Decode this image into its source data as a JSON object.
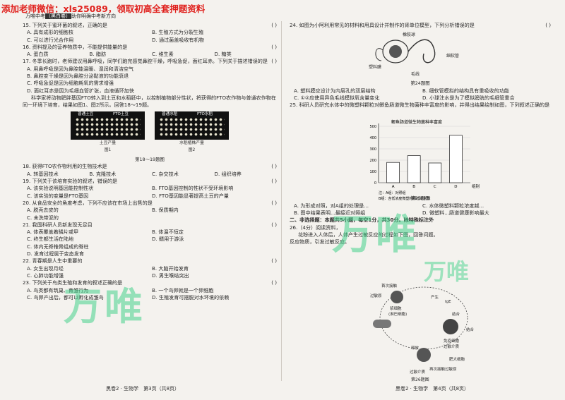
{
  "banner": "添加老师微信：xls25089，领取初高全套押题资料",
  "header": {
    "prefix": "万唯中考",
    "highlight": "（黑白卷）",
    "suffix": "助你明确中考新方向"
  },
  "left": [
    {
      "n": "15. 下列关于蜜环菌的叙述，正确的是",
      "p": "(    )",
      "opts": [
        "A. 具有成形的细胞核",
        "B. 生殖方式为分裂生殖",
        "C. 可以进行光合作用",
        "D. 通过菌盖吸收有机物"
      ],
      "layout": "2"
    },
    {
      "n": "16. 资料提及的营养物质中，不能提供能量的是",
      "p": "(    )",
      "opts": [
        "A. 蛋白质",
        "B. 脂肪",
        "C. 维生素",
        "D. 糖类"
      ],
      "layout": "4"
    },
    {
      "n": "17. 冬季长跑时，老师建议用鼻呼吸，同学们跑完感觉鼻腔干燥，呼吸急促，面红耳赤。下列关于描述错误的是",
      "p": "(    )",
      "opts": [
        "A. 用鼻呼吸是因为鼻腔能温暖、湿润和清洁空气",
        "B. 鼻腔变干燥是因为鼻腔分泌黏液的功能衰退",
        "C. 呼吸急促是因为细胞耗氧的需求增强",
        "D. 面红耳赤是因为毛细血管扩张，血液循环加快"
      ],
      "layout": "1"
    }
  ],
  "material": "科学家将动物肥胖基因FTO转入到土豆和水稻胚中，以控制植物部分性状，将获得的FTO农作物与普通农作物在同一环境下培育，结果如图1、图2所示。回答18～19题。",
  "fig1": {
    "a": "普通土豆",
    "b": "FTO土豆",
    "cap": "土豆产量",
    "id": "图1"
  },
  "fig2": {
    "a": "普通水稻",
    "b": "FTO水稻",
    "cap": "水稻植株产量",
    "id": "图2"
  },
  "figtitle": "第18～19题图",
  "left2": [
    {
      "n": "18. 获得FTO农作物利用的生物技术是",
      "p": "(    )",
      "opts": [
        "A. 转基因技术",
        "B. 克隆技术",
        "C. 杂交技术",
        "D. 组织培养"
      ],
      "layout": "4"
    },
    {
      "n": "19. 下列关于该培育实验的叙述，错误的是",
      "p": "(    )",
      "opts": [
        "A. 该实验说明基因能控制性状",
        "B. FTO基因控制的性状不受环境影响",
        "C. 该实验的变量是FTO基因",
        "D. FTO基因能显著提高土豆的产量"
      ],
      "layout": "2"
    },
    {
      "n": "20. 从食品安全的角度考虑，下列不应该在市场上出售的是",
      "p": "(    )",
      "opts": [
        "A. 脱壳去皮的",
        "B. 保质期内",
        "C. 未洗带泥的",
        ""
      ],
      "layout": "2"
    },
    {
      "n": "21. 我国科研人员新发现无足目",
      "p": "(    )",
      "opts": [
        "A. 体表覆盖着鳞片或甲",
        "B. 体温不恒定",
        "C. 终生都生活在陆地",
        "D. 鳍用于游泳",
        "C. 体内无脊椎骨组成的脊柱",
        "",
        "D. 发育过程属于变态发育",
        ""
      ],
      "layout": "2"
    },
    {
      "n": "22. 青春期是人生中重要的",
      "p": "(    )",
      "opts": [
        "A. 女生出现月经",
        "B. 大脑开始发育",
        "C. 心肺功能增强",
        "D. 男生喉结突出"
      ],
      "layout": "2"
    },
    {
      "n": "23. 下列关于鸟类生殖和发育的叙述正确的是",
      "p": "(    )",
      "opts": [
        "A. 鸟类都有筑巢、育雏行为",
        "B. 一个鸟卵就是一个卵细胞",
        "C. 鸟卵产出后，都可以孵化成雏鸟",
        "D. 生殖发育可摆脱对水环境的依赖"
      ],
      "layout": "2"
    }
  ],
  "q24": {
    "n": "24. 如图为小阿利用常见的材料和用具设计并制作的肾单位模型，下列分析错误的是",
    "p": "(    )",
    "labels": [
      "橡胶球",
      "塑料膜",
      "毛线",
      "细软管"
    ],
    "figcap": "第24题图",
    "opts": [
      "A. 塑料膜应设计为内层孔的双层结构",
      "B. 细软管模拟的结构具有重吸收的功能",
      "C. ①②应使用异色毛线模拟氧含量变化",
      "D. 小球注水是为了模拟膀胱的毛细管重合"
    ]
  },
  "q25": {
    "n": "25. 科研人员研究水体中的微塑料颗粒对鲫鱼肠道微生物菌种丰富度的影响，并得出结果绘制如图，下列叙述正确的是",
    "p": "(    )"
  },
  "chart_data": {
    "type": "bar",
    "title": "鲫鱼肠道微生物菌种丰富度",
    "categories": [
      "A",
      "B",
      "C",
      "D"
    ],
    "values": [
      180,
      240,
      175,
      420
    ],
    "ylim": [
      0,
      500
    ],
    "yticks": [
      0,
      100,
      200,
      300,
      400,
      500
    ],
    "xlabel": "组别",
    "notes": [
      "注：A组：对照组",
      "B组：含低浓度微塑料颗粒的水体"
    ],
    "bar_color": "#ffffff"
  },
  "q25tail": [
    "第25题图",
    "A. 为形成对照，对A组的处理是...",
    "C. 水体微塑料颗粒浓度越...",
    "B. 图中结果表明...最接近对照组",
    "D. 微塑料...肠道健康影响最大"
  ],
  "section2": "二、非选择题：本题共5小题，每空1分，共30分。除特殊标注外",
  "q26": {
    "n": "26.（4分）阅读资料，",
    "para": "花粉进入人体后，人体产生过敏反应的过程如下图，回答问题。",
    "para2": "反应物质，引发过敏反应。",
    "figcap": "第26题图",
    "labels": [
      "首次接触",
      "过敏原",
      "浆细胞",
      "(淋巴细胞)",
      "产生",
      "IgE",
      "结合",
      "免疫细胞",
      "过敏介质",
      "释放",
      "肥大细胞",
      "再次接触过敏原",
      "过敏介质",
      "结合"
    ]
  },
  "footer_left": "黑卷2 · 生物学　第3页（共8页）",
  "footer_right": "黑卷2 · 生物学　第4页（共8页）",
  "watermark": "万唯"
}
